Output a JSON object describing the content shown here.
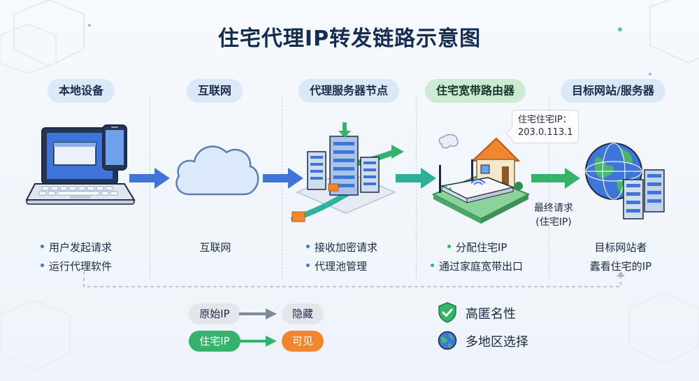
{
  "title": "住宅代理IP转发链路示意图",
  "stages": [
    {
      "label": "本地设备",
      "bullets": [
        "用户发起请求",
        "运行代理软件"
      ]
    },
    {
      "label": "互联网",
      "caption": "互联网"
    },
    {
      "label": "代理服务器节点",
      "bullets": [
        "接收加密请求",
        "代理池管理"
      ]
    },
    {
      "label": "住宅宽带路由器",
      "bullets": [
        "分配住宅IP",
        "通过家庭宽带出口"
      ]
    },
    {
      "label": "目标网站/服务器",
      "caption_lines": [
        "目标网站者",
        "蠹看住宅的IP"
      ]
    }
  ],
  "router_bubble": {
    "line1": "住宅住宅IP：",
    "line2": "203.0.113.1"
  },
  "final_request": {
    "line1": "最终请求",
    "line2": "(住宅IP)"
  },
  "legend": {
    "row1": {
      "from": "原始IP",
      "to": "隐藏"
    },
    "row2": {
      "from": "住宅IP",
      "to": "可见"
    },
    "features": [
      {
        "icon": "shield-check-icon",
        "text": "高匿名性"
      },
      {
        "icon": "globe-icon",
        "text": "多地区选择"
      }
    ]
  },
  "colors": {
    "title": "#142b52",
    "blue_pill": "#dbe8f8",
    "green_pill": "#cdebd3",
    "arrow_blue": "#3f74d8",
    "arrow_green": "#35b26c",
    "orange": "#f2862e"
  }
}
